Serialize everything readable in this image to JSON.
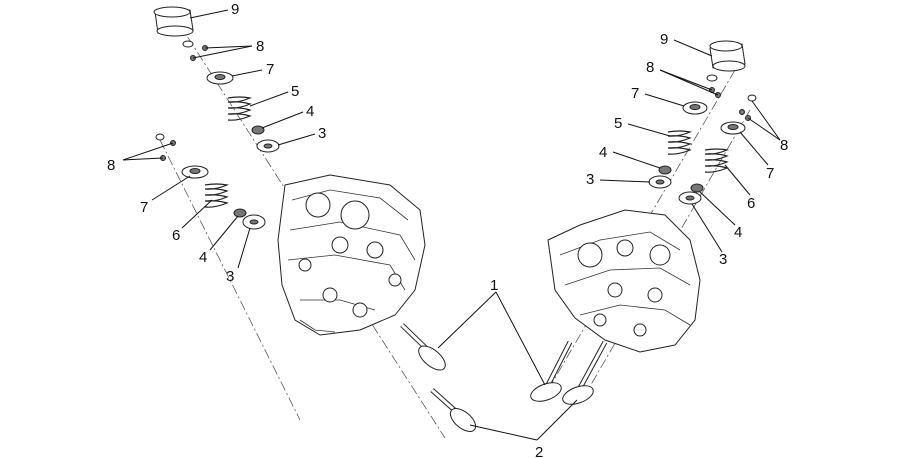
{
  "callouts": {
    "c1": "1",
    "c2": "2",
    "c3_left_upper": "3",
    "c3_left_lower": "3",
    "c3_right_upper": "3",
    "c3_right_lower": "3",
    "c4_left_upper": "4",
    "c4_left_lower": "4",
    "c4_right_upper": "4",
    "c4_right_lower": "4",
    "c5_left": "5",
    "c5_right": "5",
    "c6_left": "6",
    "c6_right": "6",
    "c7_left_upper": "7",
    "c7_left_lower": "7",
    "c7_right_upper": "7",
    "c7_right_lower": "7",
    "c8_left_upper": "8",
    "c8_left_lower": "8",
    "c8_right_upper": "8",
    "c8_right_lower": "8",
    "c9_left": "9",
    "c9_right": "9"
  }
}
